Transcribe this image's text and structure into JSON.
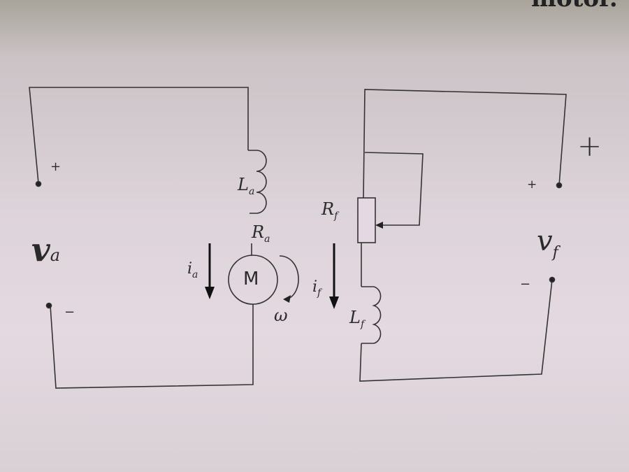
{
  "caption_fragment": "motor.",
  "armature": {
    "voltage_label": "v",
    "voltage_sub": "a",
    "plus": "+",
    "minus": "−",
    "inductor_label": "L",
    "inductor_sub": "a",
    "resistor_label": "R",
    "resistor_sub": "a",
    "current_label": "i",
    "current_sub": "a",
    "motor_label": "M",
    "speed_label": "ω"
  },
  "field": {
    "voltage_label": "v",
    "voltage_sub": "f",
    "plus": "+",
    "minus": "−",
    "source_plus": "+",
    "resistor_label": "R",
    "resistor_sub": "f",
    "current_label": "i",
    "current_sub": "f",
    "inductor_label": "L",
    "inductor_sub": "f"
  }
}
